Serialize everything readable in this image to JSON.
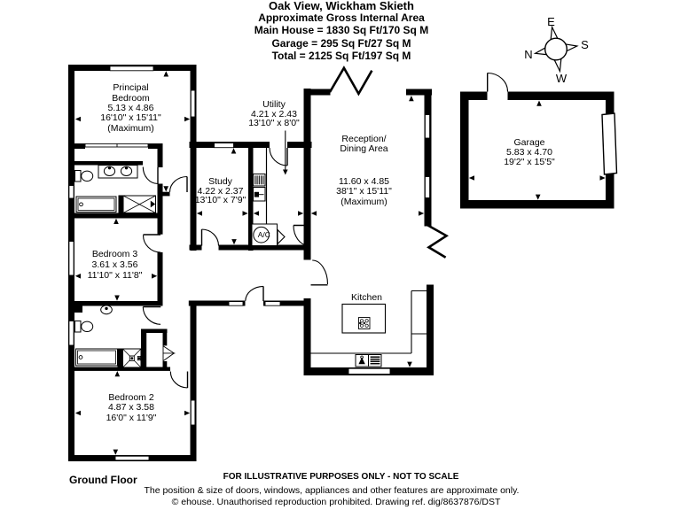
{
  "colors": {
    "ink": "#000000",
    "background": "#ffffff"
  },
  "title_block": {
    "address": "Oak View, Wickham Skieth",
    "line2": "Approximate Gross Internal Area",
    "line3": "Main House = 1830 Sq Ft/170 Sq M",
    "line4": "Garage = 295 Sq Ft/27 Sq M",
    "line5": "Total = 2125 Sq Ft/197 Sq M"
  },
  "compass": {
    "east": "E",
    "south": "S",
    "north": "N",
    "west": "W"
  },
  "rooms": {
    "principal_bedroom": {
      "lines": [
        "Principal",
        "Bedroom",
        "5.13 x 4.86",
        "16'10\" x 15'11\"",
        "(Maximum)"
      ]
    },
    "utility": {
      "lines": [
        "Utility",
        "4.21 x 2.43",
        "13'10\" x 8'0\""
      ]
    },
    "study": {
      "lines": [
        "Study",
        "4.22 x 2.37",
        "13'10\" x 7'9\""
      ]
    },
    "reception": {
      "lines": [
        "Reception/",
        "Dining Area"
      ],
      "dims": [
        "11.60 x 4.85",
        "38'1\" x 15'11\"",
        "(Maximum)"
      ]
    },
    "garage": {
      "lines": [
        "Garage",
        "5.83 x 4.70",
        "19'2\" x 15'5\""
      ]
    },
    "bedroom3": {
      "lines": [
        "Bedroom 3",
        "3.61 x 3.56",
        "11'10\" x 11'8\""
      ]
    },
    "bedroom2": {
      "lines": [
        "Bedroom 2",
        "4.87 x 3.58",
        "16'0\" x 11'9\""
      ]
    },
    "kitchen": {
      "label": "Kitchen"
    },
    "ac": {
      "label": "A/C"
    }
  },
  "footer": {
    "floor_label": "Ground Floor",
    "notice": "FOR ILLUSTRATIVE PURPOSES ONLY - NOT TO SCALE",
    "disclaimer": "The position & size of doors, windows, appliances and other features are approximate only.",
    "copyright": "© ehouse. Unauthorised reproduction prohibited. Drawing ref. dig/8637876/DST"
  }
}
